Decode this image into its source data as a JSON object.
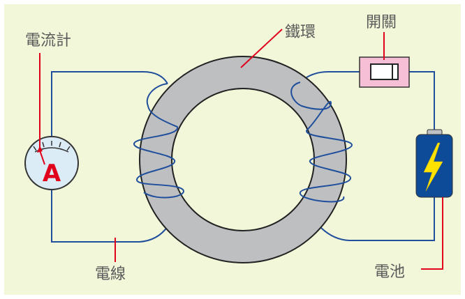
{
  "diagram": {
    "labels": {
      "ammeter": "電流計",
      "iron_ring": "鐵環",
      "switch": "開關",
      "battery": "電池",
      "wire": "電線"
    },
    "ammeter_glyph": "A",
    "icons": {
      "battery_bolt": "lightning-bolt-icon",
      "ammeter_needle": "arrow-icon"
    },
    "colors": {
      "background": "#f1f7d8",
      "wire": "#1f4e9c",
      "ring_fill": "#bdbfc1",
      "leader_line": "#e0001b",
      "switch_body": "#f6bfd6",
      "battery_body": "#0d4a97",
      "bolt": "#ffe100",
      "ammeter_face": "#dcecf7",
      "label_text": "#5a5a5a"
    }
  }
}
